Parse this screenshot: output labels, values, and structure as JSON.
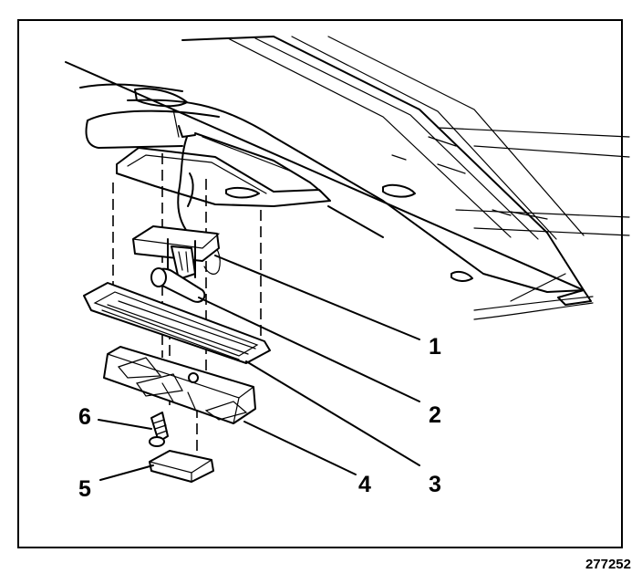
{
  "callouts": [
    {
      "id": "1",
      "label": "1"
    },
    {
      "id": "2",
      "label": "2"
    },
    {
      "id": "3",
      "label": "3"
    },
    {
      "id": "4",
      "label": "4"
    },
    {
      "id": "5",
      "label": "5"
    },
    {
      "id": "6",
      "label": "6"
    }
  ],
  "figure_number": "277252",
  "colors": {
    "ink": "#000000",
    "paper": "#ffffff"
  }
}
